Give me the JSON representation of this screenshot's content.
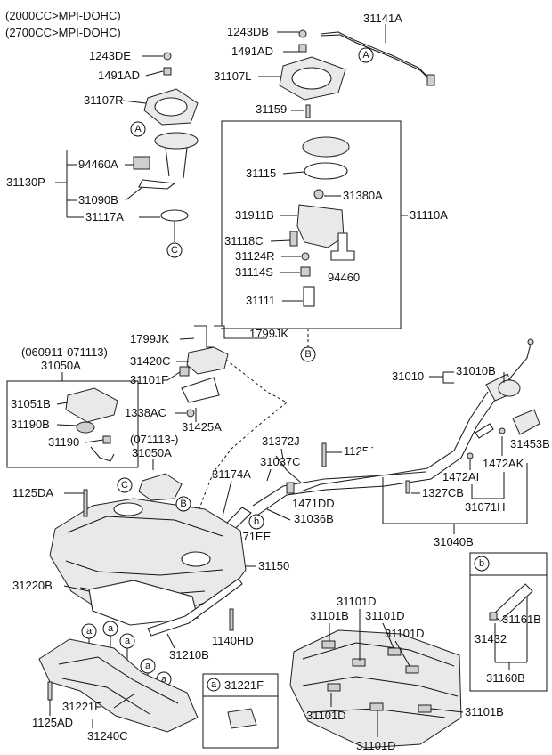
{
  "headers": [
    "(2000CC>MPI-DOHC)",
    "(2700CC>MPI-DOHC)"
  ],
  "inset_date_1": "(060911-071113)",
  "inset_date_2": "(071113-)",
  "circle_refs": {
    "a": "a",
    "b": "b",
    "A": "A",
    "B": "B",
    "C": "C"
  },
  "parts": {
    "p31141A": "31141A",
    "p1243DB": "1243DB",
    "p1491AD_r": "1491AD",
    "p31107L": "31107L",
    "p31159": "31159",
    "p31115": "31115",
    "p31380A": "31380A",
    "p31911B": "31911B",
    "p31110A": "31110A",
    "p31118C": "31118C",
    "p31124R": "31124R",
    "p31114S": "31114S",
    "p94460": "94460",
    "p31111": "31111",
    "p1243DE": "1243DE",
    "p1491AD_l": "1491AD",
    "p31107R": "31107R",
    "p94460A": "94460A",
    "p31130P": "31130P",
    "p31090B": "31090B",
    "p31117A": "31117A",
    "p1799JK_a": "1799JK",
    "p1799JK_b": "1799JK",
    "p31420C": "31420C",
    "p31101F": "31101F",
    "p1338AC": "1338AC",
    "p31425A": "31425A",
    "p31050A_1": "31050A",
    "p31051B": "31051B",
    "p31190B": "31190B",
    "p31190": "31190",
    "p31050A_2": "31050A",
    "p31372J": "31372J",
    "p1125AL": "1125AL",
    "p31037C": "31037C",
    "p31174A": "31174A",
    "p1471DD": "1471DD",
    "p31036B": "31036B",
    "p1471EE": "1471EE",
    "p1125DA": "1125DA",
    "p31150": "31150",
    "p31220B": "31220B",
    "p31210B": "31210B",
    "p1140HD": "1140HD",
    "p31010": "31010",
    "p31010B": "31010B",
    "p31453B": "31453B",
    "p1472AK": "1472AK",
    "p1472AI": "1472AI",
    "p1327CB": "1327CB",
    "p31071H": "31071H",
    "p31040B": "31040B",
    "p31161B": "31161B",
    "p31432": "31432",
    "p31160B": "31160B",
    "p31101D_1": "31101D",
    "p31101B_1": "31101B",
    "p31101D_2": "31101D",
    "p31101D_3": "31101D",
    "p31101D_4": "31101D",
    "p31101B_2": "31101B",
    "p31101D_5": "31101D",
    "p31221F_box": "31221F",
    "p1125AD": "1125AD",
    "p31221F": "31221F",
    "p31240C": "31240C"
  }
}
